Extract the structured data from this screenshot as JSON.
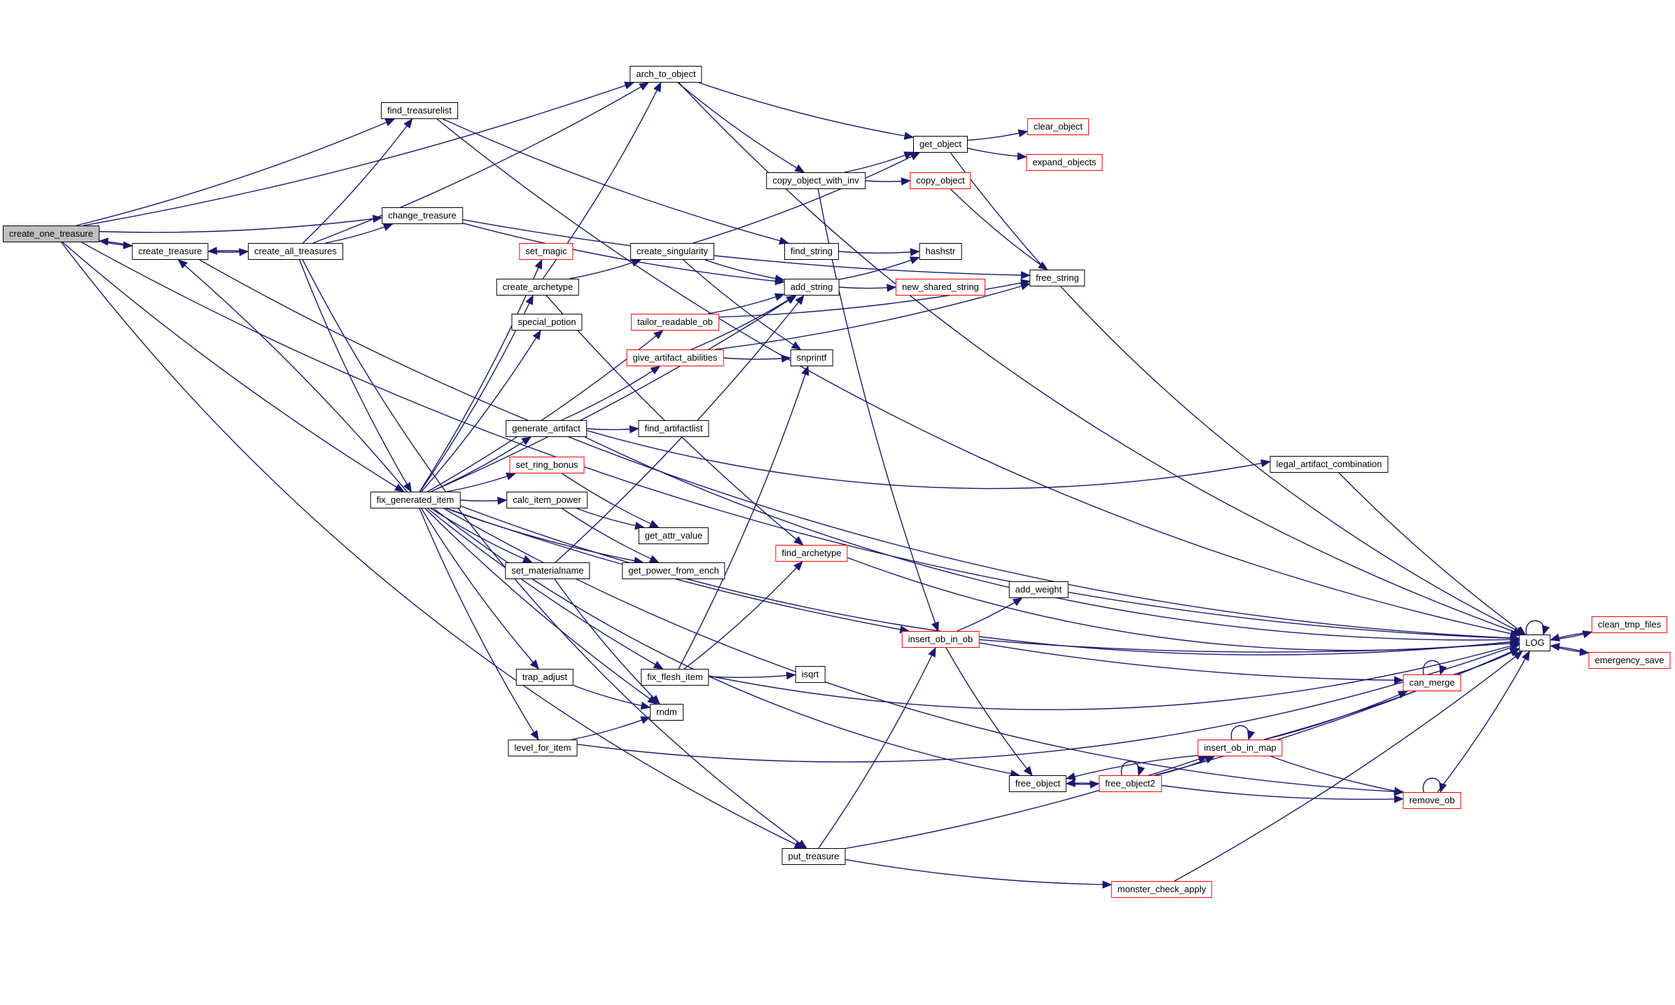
{
  "title": "create_one_treasure call graph",
  "colors": {
    "edge": "#191970",
    "root_fill": "#bfbfbf",
    "link_border": "#000000",
    "external_border": "#ff0000"
  },
  "nodes": [
    {
      "id": "create_one_treasure",
      "label": "create_one_treasure",
      "kind": "root"
    },
    {
      "id": "create_treasure",
      "label": "create_treasure",
      "kind": "normal"
    },
    {
      "id": "create_all_treasures",
      "label": "create_all_treasures",
      "kind": "normal"
    },
    {
      "id": "find_treasurelist",
      "label": "find_treasurelist",
      "kind": "normal"
    },
    {
      "id": "change_treasure",
      "label": "change_treasure",
      "kind": "normal"
    },
    {
      "id": "arch_to_object",
      "label": "arch_to_object",
      "kind": "normal"
    },
    {
      "id": "fix_generated_item",
      "label": "fix_generated_item",
      "kind": "normal"
    },
    {
      "id": "put_treasure",
      "label": "put_treasure",
      "kind": "normal"
    },
    {
      "id": "set_magic",
      "label": "set_magic",
      "kind": "red"
    },
    {
      "id": "create_archetype",
      "label": "create_archetype",
      "kind": "normal"
    },
    {
      "id": "special_potion",
      "label": "special_potion",
      "kind": "normal"
    },
    {
      "id": "tailor_readable_ob",
      "label": "tailor_readable_ob",
      "kind": "red"
    },
    {
      "id": "give_artifact_abilities",
      "label": "give_artifact_abilities",
      "kind": "red"
    },
    {
      "id": "generate_artifact",
      "label": "generate_artifact",
      "kind": "normal"
    },
    {
      "id": "set_ring_bonus",
      "label": "set_ring_bonus",
      "kind": "red"
    },
    {
      "id": "calc_item_power",
      "label": "calc_item_power",
      "kind": "normal"
    },
    {
      "id": "set_materialname",
      "label": "set_materialname",
      "kind": "normal"
    },
    {
      "id": "trap_adjust",
      "label": "trap_adjust",
      "kind": "normal"
    },
    {
      "id": "level_for_item",
      "label": "level_for_item",
      "kind": "normal"
    },
    {
      "id": "fix_flesh_item",
      "label": "fix_flesh_item",
      "kind": "normal"
    },
    {
      "id": "rndm",
      "label": "rndm",
      "kind": "normal"
    },
    {
      "id": "create_singularity",
      "label": "create_singularity",
      "kind": "normal"
    },
    {
      "id": "find_artifactlist",
      "label": "find_artifactlist",
      "kind": "normal"
    },
    {
      "id": "get_attr_value",
      "label": "get_attr_value",
      "kind": "normal"
    },
    {
      "id": "get_power_from_ench",
      "label": "get_power_from_ench",
      "kind": "normal"
    },
    {
      "id": "copy_object_with_inv",
      "label": "copy_object_with_inv",
      "kind": "normal"
    },
    {
      "id": "find_string",
      "label": "find_string",
      "kind": "normal"
    },
    {
      "id": "add_string",
      "label": "add_string",
      "kind": "normal"
    },
    {
      "id": "snprintf",
      "label": "snprintf",
      "kind": "normal"
    },
    {
      "id": "find_archetype",
      "label": "find_archetype",
      "kind": "red"
    },
    {
      "id": "isqrt",
      "label": "isqrt",
      "kind": "normal"
    },
    {
      "id": "get_object",
      "label": "get_object",
      "kind": "normal"
    },
    {
      "id": "copy_object",
      "label": "copy_object",
      "kind": "red"
    },
    {
      "id": "hashstr",
      "label": "hashstr",
      "kind": "normal"
    },
    {
      "id": "new_shared_string",
      "label": "new_shared_string",
      "kind": "red"
    },
    {
      "id": "insert_ob_in_ob",
      "label": "insert_ob_in_ob",
      "kind": "red"
    },
    {
      "id": "add_weight",
      "label": "add_weight",
      "kind": "normal"
    },
    {
      "id": "free_object",
      "label": "free_object",
      "kind": "normal"
    },
    {
      "id": "free_object2",
      "label": "free_object2",
      "kind": "red"
    },
    {
      "id": "monster_check_apply",
      "label": "monster_check_apply",
      "kind": "red"
    },
    {
      "id": "clear_object",
      "label": "clear_object",
      "kind": "red"
    },
    {
      "id": "expand_objects",
      "label": "expand_objects",
      "kind": "red"
    },
    {
      "id": "free_string",
      "label": "free_string",
      "kind": "normal"
    },
    {
      "id": "insert_ob_in_map",
      "label": "insert_ob_in_map",
      "kind": "red"
    },
    {
      "id": "legal_artifact_combination",
      "label": "legal_artifact_combination",
      "kind": "normal"
    },
    {
      "id": "can_merge",
      "label": "can_merge",
      "kind": "red"
    },
    {
      "id": "remove_ob",
      "label": "remove_ob",
      "kind": "red"
    },
    {
      "id": "LOG",
      "label": "LOG",
      "kind": "normal"
    },
    {
      "id": "clean_tmp_files",
      "label": "clean_tmp_files",
      "kind": "red"
    },
    {
      "id": "emergency_save",
      "label": "emergency_save",
      "kind": "red"
    }
  ],
  "edges": [
    [
      "create_one_treasure",
      "create_treasure"
    ],
    [
      "create_one_treasure",
      "find_treasurelist"
    ],
    [
      "create_one_treasure",
      "change_treasure"
    ],
    [
      "create_one_treasure",
      "arch_to_object"
    ],
    [
      "create_one_treasure",
      "fix_generated_item"
    ],
    [
      "create_one_treasure",
      "put_treasure"
    ],
    [
      "create_one_treasure",
      "LOG"
    ],
    [
      "create_treasure",
      "create_all_treasures"
    ],
    [
      "create_treasure",
      "create_one_treasure"
    ],
    [
      "create_treasure",
      "LOG"
    ],
    [
      "create_all_treasures",
      "create_treasure"
    ],
    [
      "create_all_treasures",
      "find_treasurelist"
    ],
    [
      "create_all_treasures",
      "change_treasure"
    ],
    [
      "create_all_treasures",
      "arch_to_object"
    ],
    [
      "create_all_treasures",
      "fix_generated_item"
    ],
    [
      "create_all_treasures",
      "put_treasure"
    ],
    [
      "find_treasurelist",
      "find_string"
    ],
    [
      "find_treasurelist",
      "LOG"
    ],
    [
      "change_treasure",
      "add_string"
    ],
    [
      "change_treasure",
      "free_string"
    ],
    [
      "arch_to_object",
      "get_object"
    ],
    [
      "arch_to_object",
      "copy_object_with_inv"
    ],
    [
      "arch_to_object",
      "LOG"
    ],
    [
      "fix_generated_item",
      "create_treasure"
    ],
    [
      "fix_generated_item",
      "set_magic"
    ],
    [
      "fix_generated_item",
      "create_archetype"
    ],
    [
      "fix_generated_item",
      "special_potion"
    ],
    [
      "fix_generated_item",
      "tailor_readable_ob"
    ],
    [
      "fix_generated_item",
      "generate_artifact"
    ],
    [
      "fix_generated_item",
      "set_ring_bonus"
    ],
    [
      "fix_generated_item",
      "calc_item_power"
    ],
    [
      "fix_generated_item",
      "set_materialname"
    ],
    [
      "fix_generated_item",
      "trap_adjust"
    ],
    [
      "fix_generated_item",
      "level_for_item"
    ],
    [
      "fix_generated_item",
      "fix_flesh_item"
    ],
    [
      "fix_generated_item",
      "rndm"
    ],
    [
      "fix_generated_item",
      "add_string"
    ],
    [
      "fix_generated_item",
      "get_power_from_ench"
    ],
    [
      "fix_generated_item",
      "insert_ob_in_ob"
    ],
    [
      "fix_generated_item",
      "free_object"
    ],
    [
      "fix_generated_item",
      "remove_ob"
    ],
    [
      "fix_generated_item",
      "LOG"
    ],
    [
      "create_archetype",
      "arch_to_object"
    ],
    [
      "create_archetype",
      "create_singularity"
    ],
    [
      "create_archetype",
      "find_archetype"
    ],
    [
      "create_singularity",
      "get_object"
    ],
    [
      "create_singularity",
      "add_string"
    ],
    [
      "create_singularity",
      "snprintf"
    ],
    [
      "tailor_readable_ob",
      "add_string"
    ],
    [
      "tailor_readable_ob",
      "free_string"
    ],
    [
      "give_artifact_abilities",
      "add_string"
    ],
    [
      "give_artifact_abilities",
      "snprintf"
    ],
    [
      "give_artifact_abilities",
      "free_string"
    ],
    [
      "generate_artifact",
      "give_artifact_abilities"
    ],
    [
      "generate_artifact",
      "find_artifactlist"
    ],
    [
      "generate_artifact",
      "legal_artifact_combination"
    ],
    [
      "generate_artifact",
      "LOG"
    ],
    [
      "set_ring_bonus",
      "get_attr_value"
    ],
    [
      "calc_item_power",
      "get_attr_value"
    ],
    [
      "calc_item_power",
      "get_power_from_ench"
    ],
    [
      "set_materialname",
      "add_string"
    ],
    [
      "set_materialname",
      "rndm"
    ],
    [
      "trap_adjust",
      "rndm"
    ],
    [
      "level_for_item",
      "rndm"
    ],
    [
      "level_for_item",
      "LOG"
    ],
    [
      "fix_flesh_item",
      "snprintf"
    ],
    [
      "fix_flesh_item",
      "find_archetype"
    ],
    [
      "fix_flesh_item",
      "isqrt"
    ],
    [
      "fix_flesh_item",
      "LOG"
    ],
    [
      "copy_object_with_inv",
      "get_object"
    ],
    [
      "copy_object_with_inv",
      "copy_object"
    ],
    [
      "copy_object_with_inv",
      "insert_ob_in_ob"
    ],
    [
      "find_string",
      "hashstr"
    ],
    [
      "add_string",
      "hashstr"
    ],
    [
      "add_string",
      "new_shared_string"
    ],
    [
      "copy_object",
      "free_string"
    ],
    [
      "get_object",
      "clear_object"
    ],
    [
      "get_object",
      "expand_objects"
    ],
    [
      "get_object",
      "LOG"
    ],
    [
      "find_archetype",
      "LOG"
    ],
    [
      "insert_ob_in_ob",
      "add_weight"
    ],
    [
      "insert_ob_in_ob",
      "free_object"
    ],
    [
      "insert_ob_in_ob",
      "can_merge"
    ],
    [
      "insert_ob_in_ob",
      "LOG"
    ],
    [
      "put_treasure",
      "insert_ob_in_ob"
    ],
    [
      "put_treasure",
      "insert_ob_in_map"
    ],
    [
      "put_treasure",
      "monster_check_apply"
    ],
    [
      "free_object",
      "free_object2"
    ],
    [
      "free_object2",
      "free_object"
    ],
    [
      "free_object2",
      "free_object2"
    ],
    [
      "free_object2",
      "insert_ob_in_map"
    ],
    [
      "free_object2",
      "remove_ob"
    ],
    [
      "free_object2",
      "LOG"
    ],
    [
      "insert_ob_in_map",
      "free_object"
    ],
    [
      "insert_ob_in_map",
      "insert_ob_in_map"
    ],
    [
      "insert_ob_in_map",
      "can_merge"
    ],
    [
      "insert_ob_in_map",
      "remove_ob"
    ],
    [
      "insert_ob_in_map",
      "LOG"
    ],
    [
      "can_merge",
      "can_merge"
    ],
    [
      "can_merge",
      "LOG"
    ],
    [
      "remove_ob",
      "remove_ob"
    ],
    [
      "remove_ob",
      "LOG"
    ],
    [
      "monster_check_apply",
      "LOG"
    ],
    [
      "legal_artifact_combination",
      "LOG"
    ],
    [
      "LOG",
      "LOG"
    ],
    [
      "LOG",
      "clean_tmp_files"
    ],
    [
      "LOG",
      "emergency_save"
    ],
    [
      "clean_tmp_files",
      "LOG"
    ],
    [
      "emergency_save",
      "LOG"
    ]
  ]
}
